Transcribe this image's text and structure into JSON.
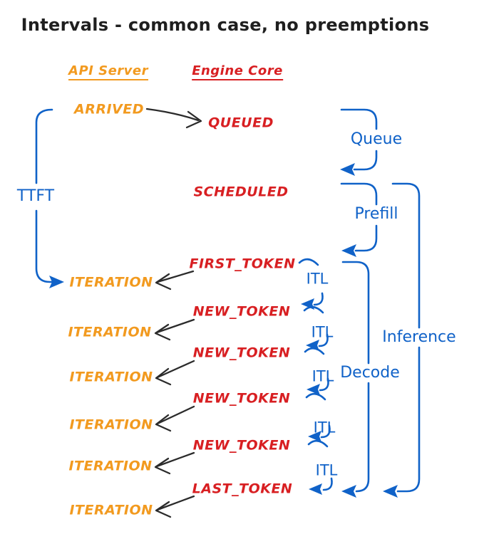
{
  "title": "Intervals - common case, no preemptions",
  "colors": {
    "orange": "#F29A1F",
    "red": "#D81F22",
    "blue": "#1062C8",
    "black": "#2B2B2B"
  },
  "columns": {
    "api_server": "API Server",
    "engine_core": "Engine Core"
  },
  "api_events": {
    "arrived": "ARRIVED",
    "iterations": [
      "ITERATION",
      "ITERATION",
      "ITERATION",
      "ITERATION",
      "ITERATION",
      "ITERATION"
    ]
  },
  "engine_events": {
    "queued": "QUEUED",
    "scheduled": "SCHEDULED",
    "first_token": "FIRST_TOKEN",
    "new_tokens": [
      "NEW_TOKEN",
      "NEW_TOKEN",
      "NEW_TOKEN",
      "NEW_TOKEN"
    ],
    "last_token": "LAST_TOKEN"
  },
  "intervals": {
    "ttft": "TTFT",
    "queue": "Queue",
    "prefill": "Prefill",
    "decode": "Decode",
    "inference": "Inference",
    "itl_labels": [
      "ITL",
      "ITL",
      "ITL",
      "ITL",
      "ITL"
    ]
  }
}
